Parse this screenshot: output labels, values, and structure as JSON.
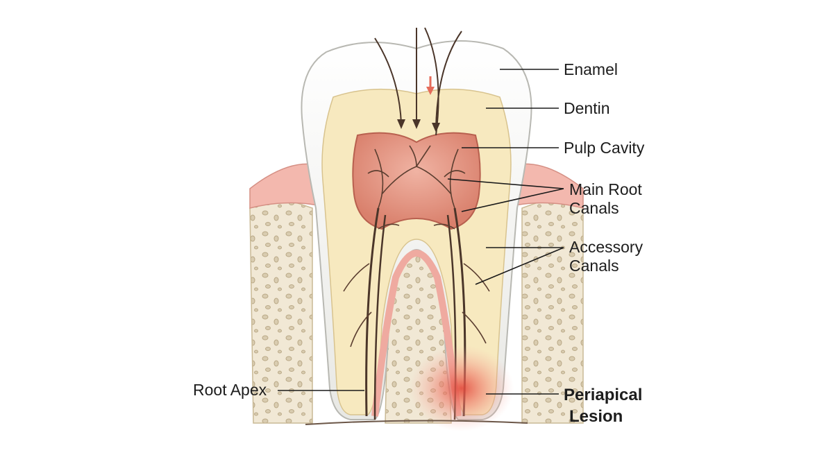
{
  "labels": {
    "enamel": "Enamel",
    "dentin": "Dentin",
    "pulp_cavity": "Pulp Cavity",
    "main_root_canals_1": "Main Root",
    "main_root_canals_2": "Canals",
    "accessory_canals_1": "Accessory",
    "accessory_canals_2": "Canals",
    "root_apex": "Root Apex",
    "periapical_lesion_1": "Periapical",
    "periapical_lesion_2": "Lesion"
  },
  "colors": {
    "enamel": "#f3f3f1",
    "dentin": "#f7e9bf",
    "pulp": "#e8a08e",
    "gum": "#f2b6ad",
    "bone": "#f2ead8",
    "lesion": "#e2473a",
    "nerve": "#4a3529",
    "leader": "#1a1a1a"
  }
}
